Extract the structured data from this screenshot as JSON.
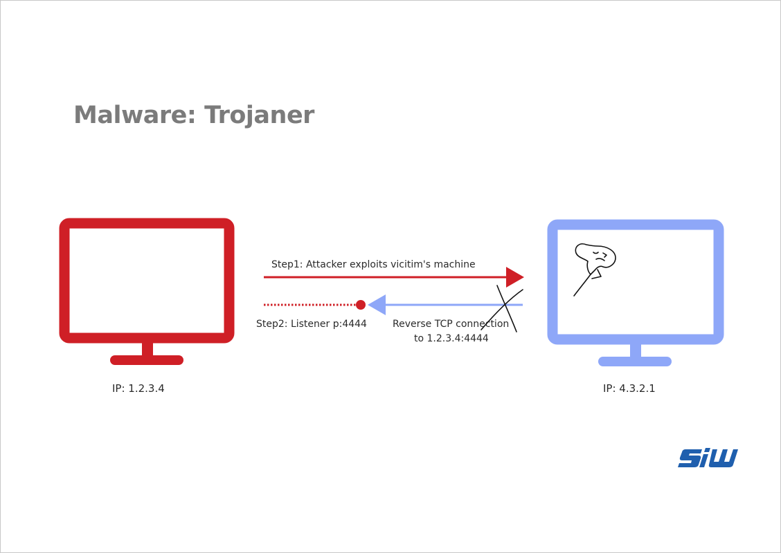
{
  "slide": {
    "title": "Malware: Trojaner"
  },
  "diagram": {
    "attacker": {
      "ip_label": "IP: 1.2.3.4",
      "color": "#cf1f26"
    },
    "victim": {
      "ip_label": "IP: 4.3.2.1",
      "color": "#8ea7f8"
    },
    "step1": {
      "label": "Step1: Attacker exploits vicitim's machine"
    },
    "step2": {
      "label": "Step2: Listener p:4444"
    },
    "reverse": {
      "line1": "Reverse TCP connection",
      "line2": "to 1.2.3.4:4444"
    }
  },
  "logo": {
    "text": "SIW",
    "color": "#1f5fae"
  }
}
